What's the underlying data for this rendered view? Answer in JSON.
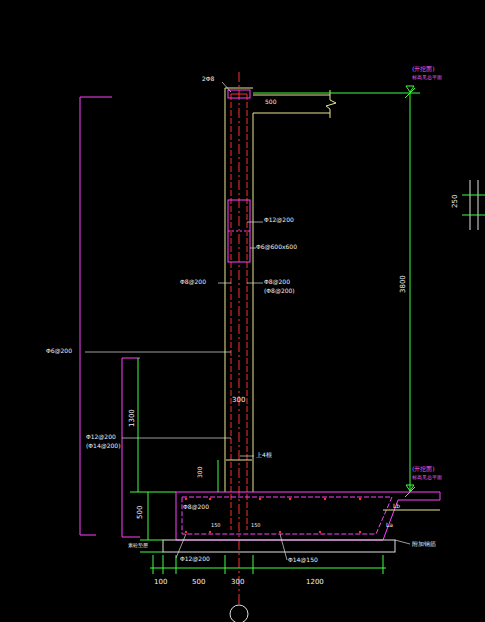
{
  "diagram": {
    "labels": [
      "2Φ8",
      "500",
      "(开挖面)",
      "标高见总平面",
      "250",
      "Φ12@200",
      "Φ6@600x600",
      "Φ8@200",
      "Φ8@200",
      "(Φ8@200)",
      "3800",
      "Φ6@200",
      "1300",
      "Φ12@200",
      "(Φ14@200)",
      "300",
      "上4根",
      "300",
      "(开挖面)",
      "标高见总平面",
      "Φ8@200",
      "150",
      "150",
      "500",
      "Lb",
      "La",
      "附加钢筋",
      "素砼垫层",
      "Φ12@200",
      "Φ14@150",
      "100",
      "500",
      "300",
      "1200"
    ]
  }
}
